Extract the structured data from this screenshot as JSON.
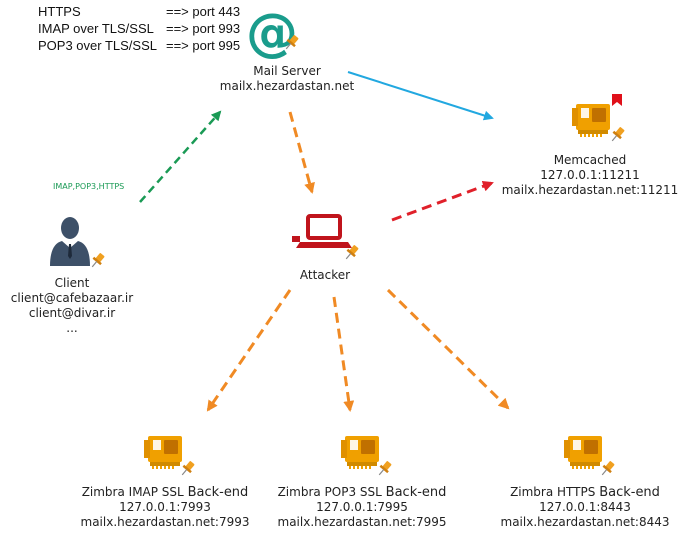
{
  "legend": [
    {
      "proto": "HTTPS",
      "port": "==> port 443"
    },
    {
      "proto": "IMAP over TLS/SSL",
      "port": "==> port 993"
    },
    {
      "proto": "POP3 over TLS/SSL",
      "port": "==> port 995"
    }
  ],
  "nodes": {
    "mail_server": {
      "title": "Mail Server",
      "host": "mailx.hezardastan.net"
    },
    "memcached": {
      "title": "Memcached",
      "addr": "127.0.0.1:11211",
      "host": "mailx.hezardastan.net:11211"
    },
    "client": {
      "title": "Client",
      "line1": "client@cafebazaar.ir",
      "line2": "client@divar.ir",
      "line3": "..."
    },
    "attacker": {
      "title": "Attacker"
    },
    "imap_backend": {
      "title_a": "Zimbra IMAP SSL",
      "title_b": "Back-end",
      "addr": "127.0.0.1:7993",
      "host": "mailx.hezardastan.net:7993"
    },
    "pop3_backend": {
      "title_a": "Zimbra POP3 SSL",
      "title_b": "Back-end",
      "addr": "127.0.0.1:7995",
      "host": "mailx.hezardastan.net:7995"
    },
    "https_backend": {
      "title_a": "Zimbra HTTPS",
      "title_b": "Back-end",
      "addr": "127.0.0.1:8443",
      "host": "mailx.hezardastan.net:8443"
    }
  },
  "edges": {
    "client_to_server_label": "IMAP,POP3,HTTPS"
  },
  "colors": {
    "mail_icon": "#1a9c8c",
    "card_orange": "#f0a000",
    "laptop_red": "#c0141c",
    "client_user": "#3d5068",
    "edge_blue": "#22a8e0",
    "edge_green": "#1a9a55",
    "edge_orange": "#f08a24",
    "edge_red": "#e0202a",
    "flag_red": "#e0101a",
    "pin_orange": "#f0a020"
  }
}
